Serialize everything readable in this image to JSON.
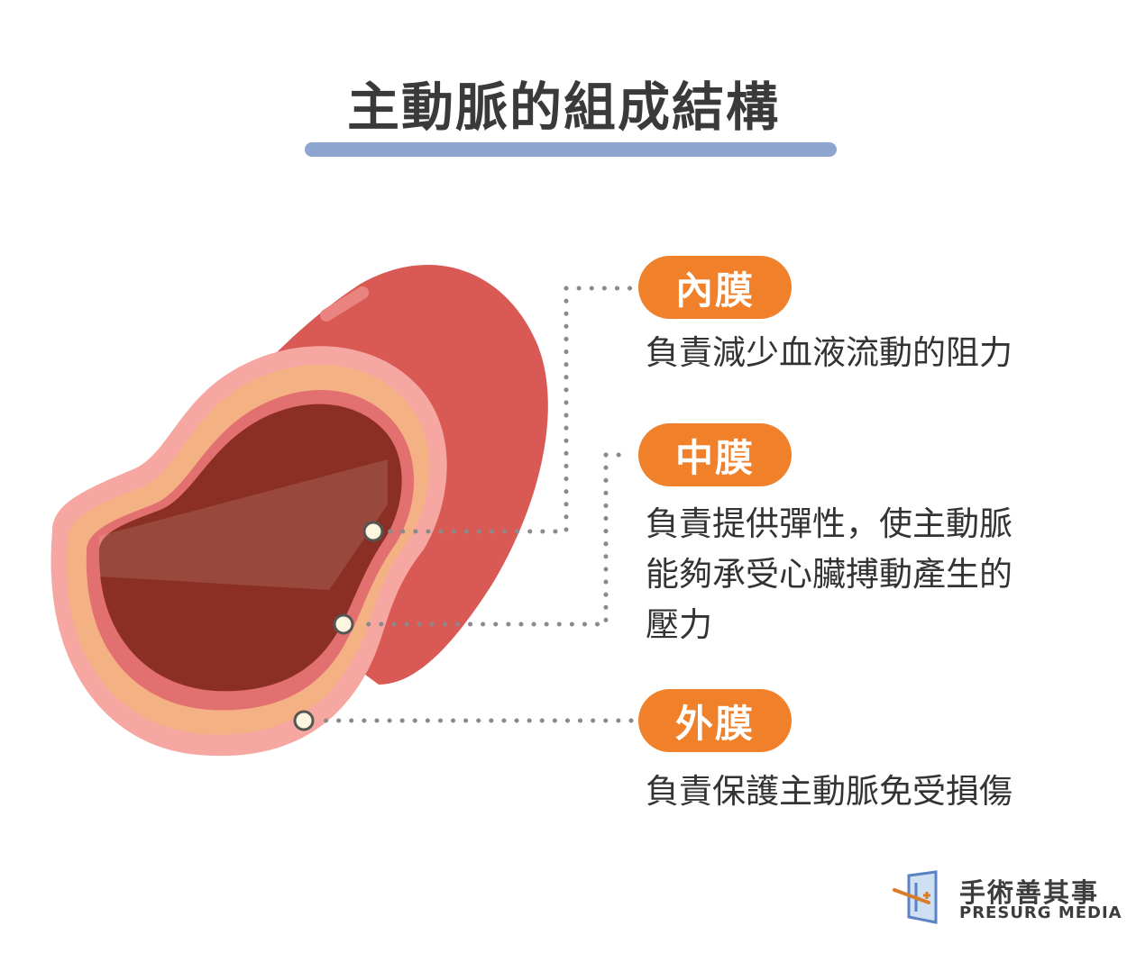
{
  "title": "主動脈的組成結構",
  "colors": {
    "title_bar": "#8ea6cf",
    "badge": "#f0812a",
    "artery_outer": "#d95a55",
    "artery_lumen": "#8b2f24",
    "media_layer": "#f4b183",
    "adventitia_layer": "#f6a7a2"
  },
  "layers": [
    {
      "label": "內膜",
      "description": [
        "負責減少血液流動的阻力"
      ]
    },
    {
      "label": "中膜",
      "description": [
        "負責提供彈性，使主動脈",
        "能夠承受心臟搏動產生的",
        "壓力"
      ]
    },
    {
      "label": "外膜",
      "description": [
        "負責保護主動脈免受損傷"
      ]
    }
  ],
  "logo": {
    "chinese": "手術善其事",
    "english": "PRESURG MEDIA",
    "icon": "presurg-logo-icon"
  }
}
